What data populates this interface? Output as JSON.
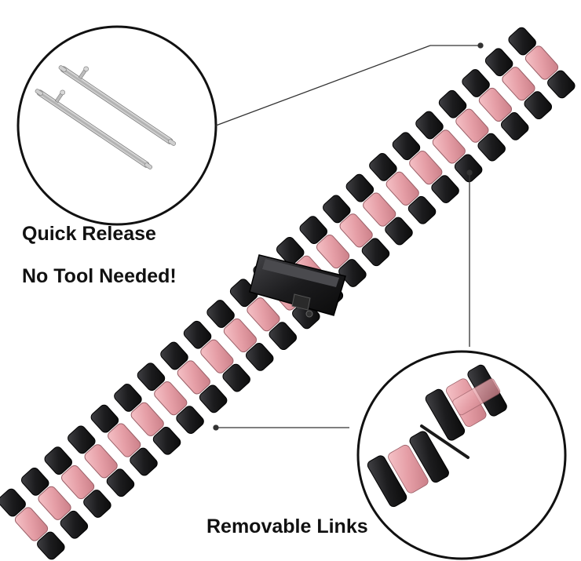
{
  "captions": {
    "quick_release": "Quick Release",
    "no_tool": "No Tool Needed!",
    "removable_links": "Removable Links"
  },
  "colors": {
    "background": "#ffffff",
    "black_link": "#1c1c1e",
    "pink_link": "#e8a5ad",
    "line": "#333333"
  },
  "icons": [
    "spring-bar-icon",
    "watch-band-image",
    "removable-link-image",
    "clasp-icon"
  ]
}
